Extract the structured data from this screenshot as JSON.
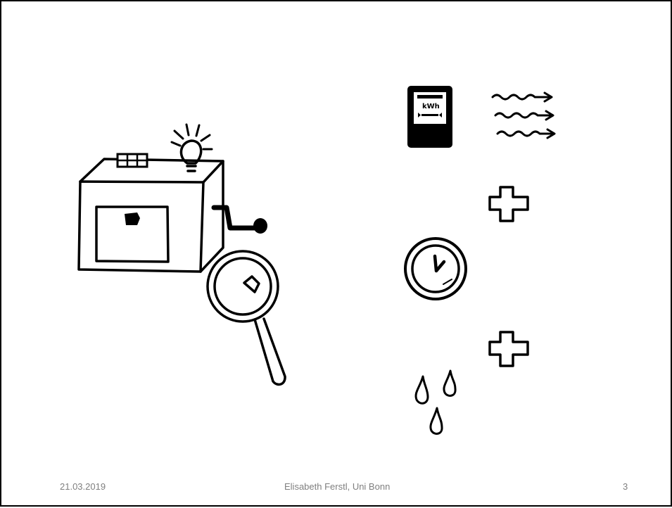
{
  "slide": {
    "footer": {
      "date": "21.03.2019",
      "author": "Elisabeth Ferstl, Uni Bonn",
      "page_number": "3"
    },
    "meter_unit": "kWh"
  },
  "colors": {
    "ink": "#000000",
    "footer_text": "#7f7f7f",
    "background": "#ffffff"
  },
  "icons": [
    "crank-machine-icon",
    "lightbulb-icon",
    "magnifying-glass-icon",
    "electricity-meter-icon",
    "wavy-arrows-icon",
    "plus-icon",
    "clock-icon",
    "water-drops-icon"
  ]
}
